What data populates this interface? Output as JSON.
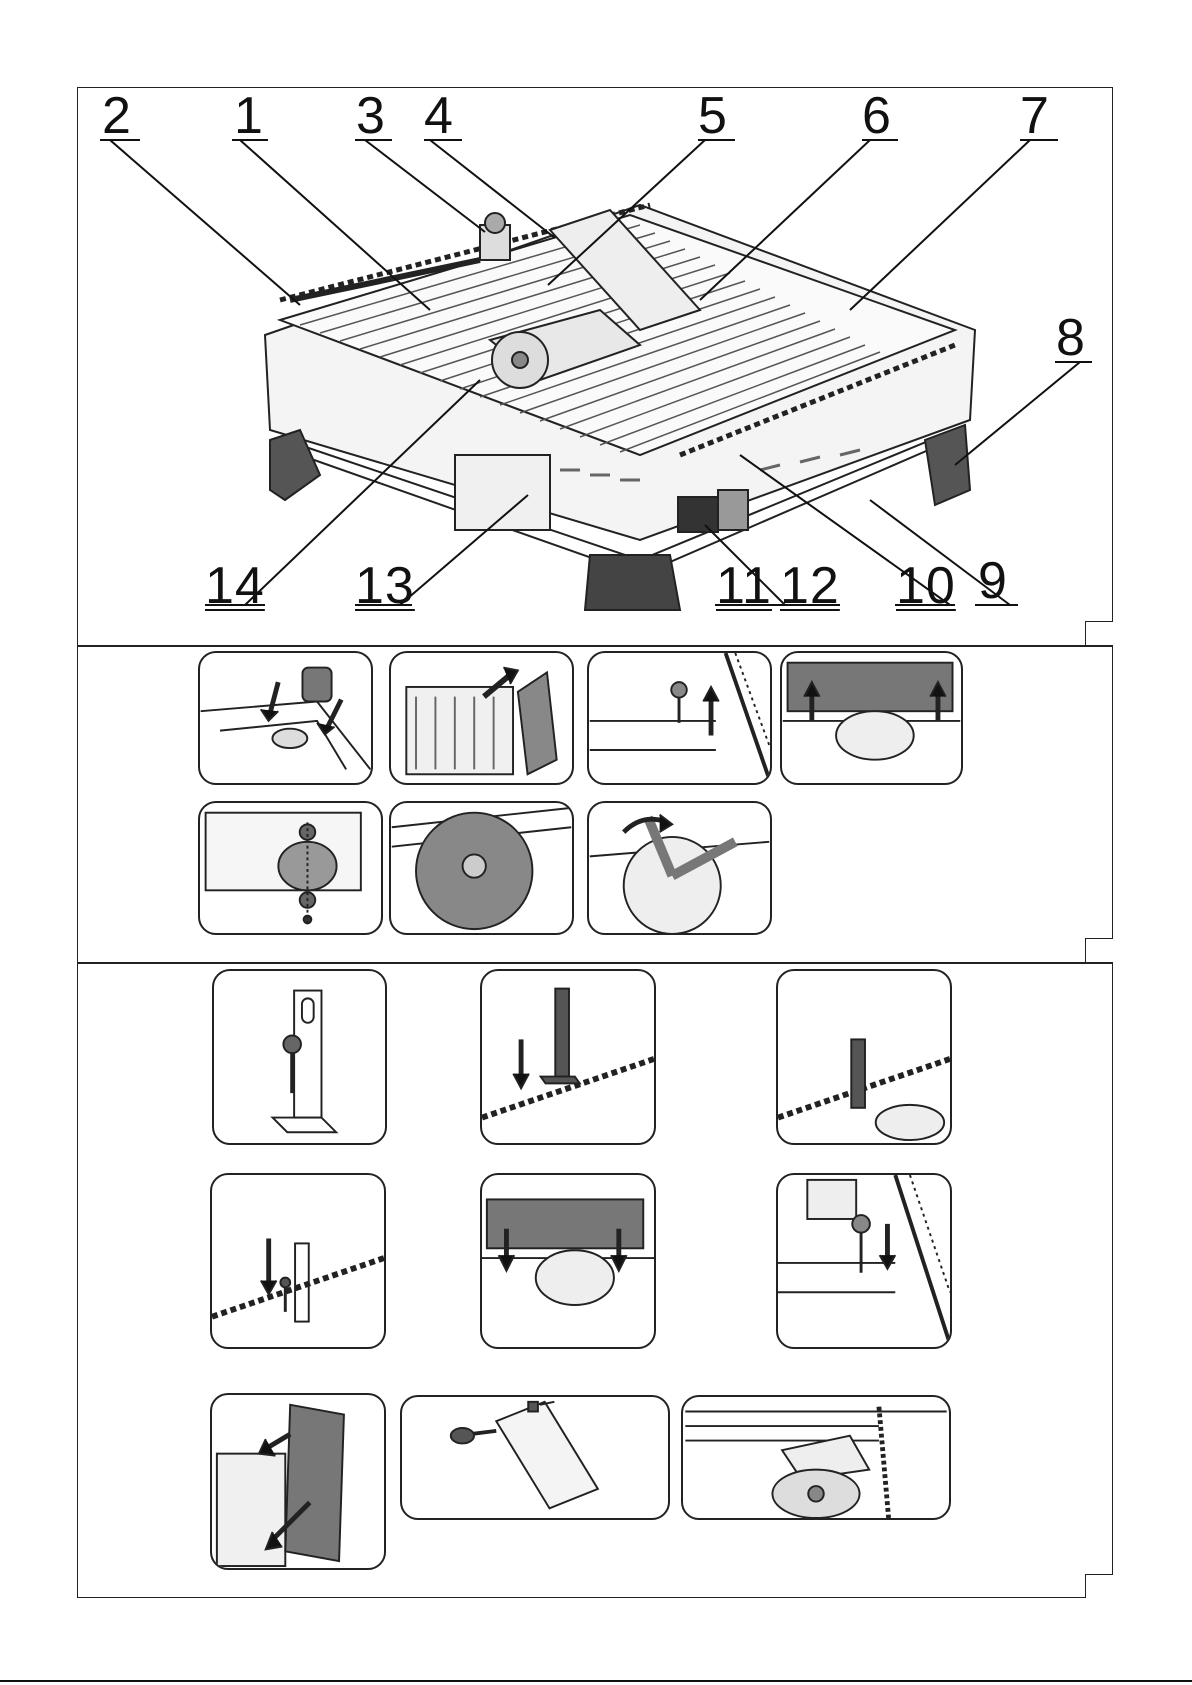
{
  "figure_a": {
    "labels": [
      "1",
      "2",
      "3",
      "4",
      "5",
      "6",
      "7",
      "8",
      "9",
      "10",
      "11",
      "12",
      "13",
      "14"
    ]
  },
  "sections": {
    "a": "",
    "b": "",
    "c": ""
  }
}
